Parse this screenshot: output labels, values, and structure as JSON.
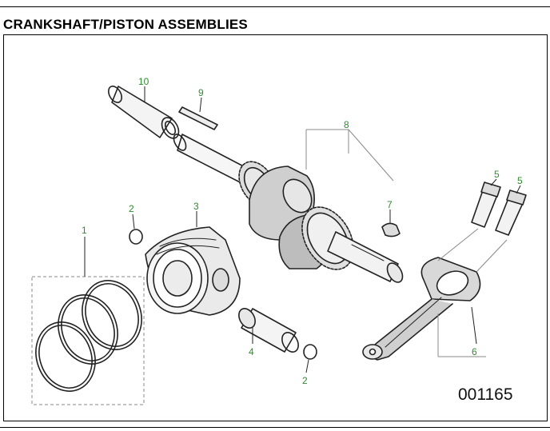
{
  "title": "CRANKSHAFT/PISTON ASSEMBLIES",
  "figure_id": "001165",
  "colors": {
    "callout": "#2e8b2e",
    "line": "#222222",
    "leader": "#888888"
  },
  "callouts": [
    {
      "label": "1"
    },
    {
      "label": "2"
    },
    {
      "label": "3"
    },
    {
      "label": "4"
    },
    {
      "label": "2"
    },
    {
      "label": "5"
    },
    {
      "label": "5"
    },
    {
      "label": "6"
    },
    {
      "label": "7"
    },
    {
      "label": "8"
    },
    {
      "label": "9"
    },
    {
      "label": "10"
    }
  ]
}
